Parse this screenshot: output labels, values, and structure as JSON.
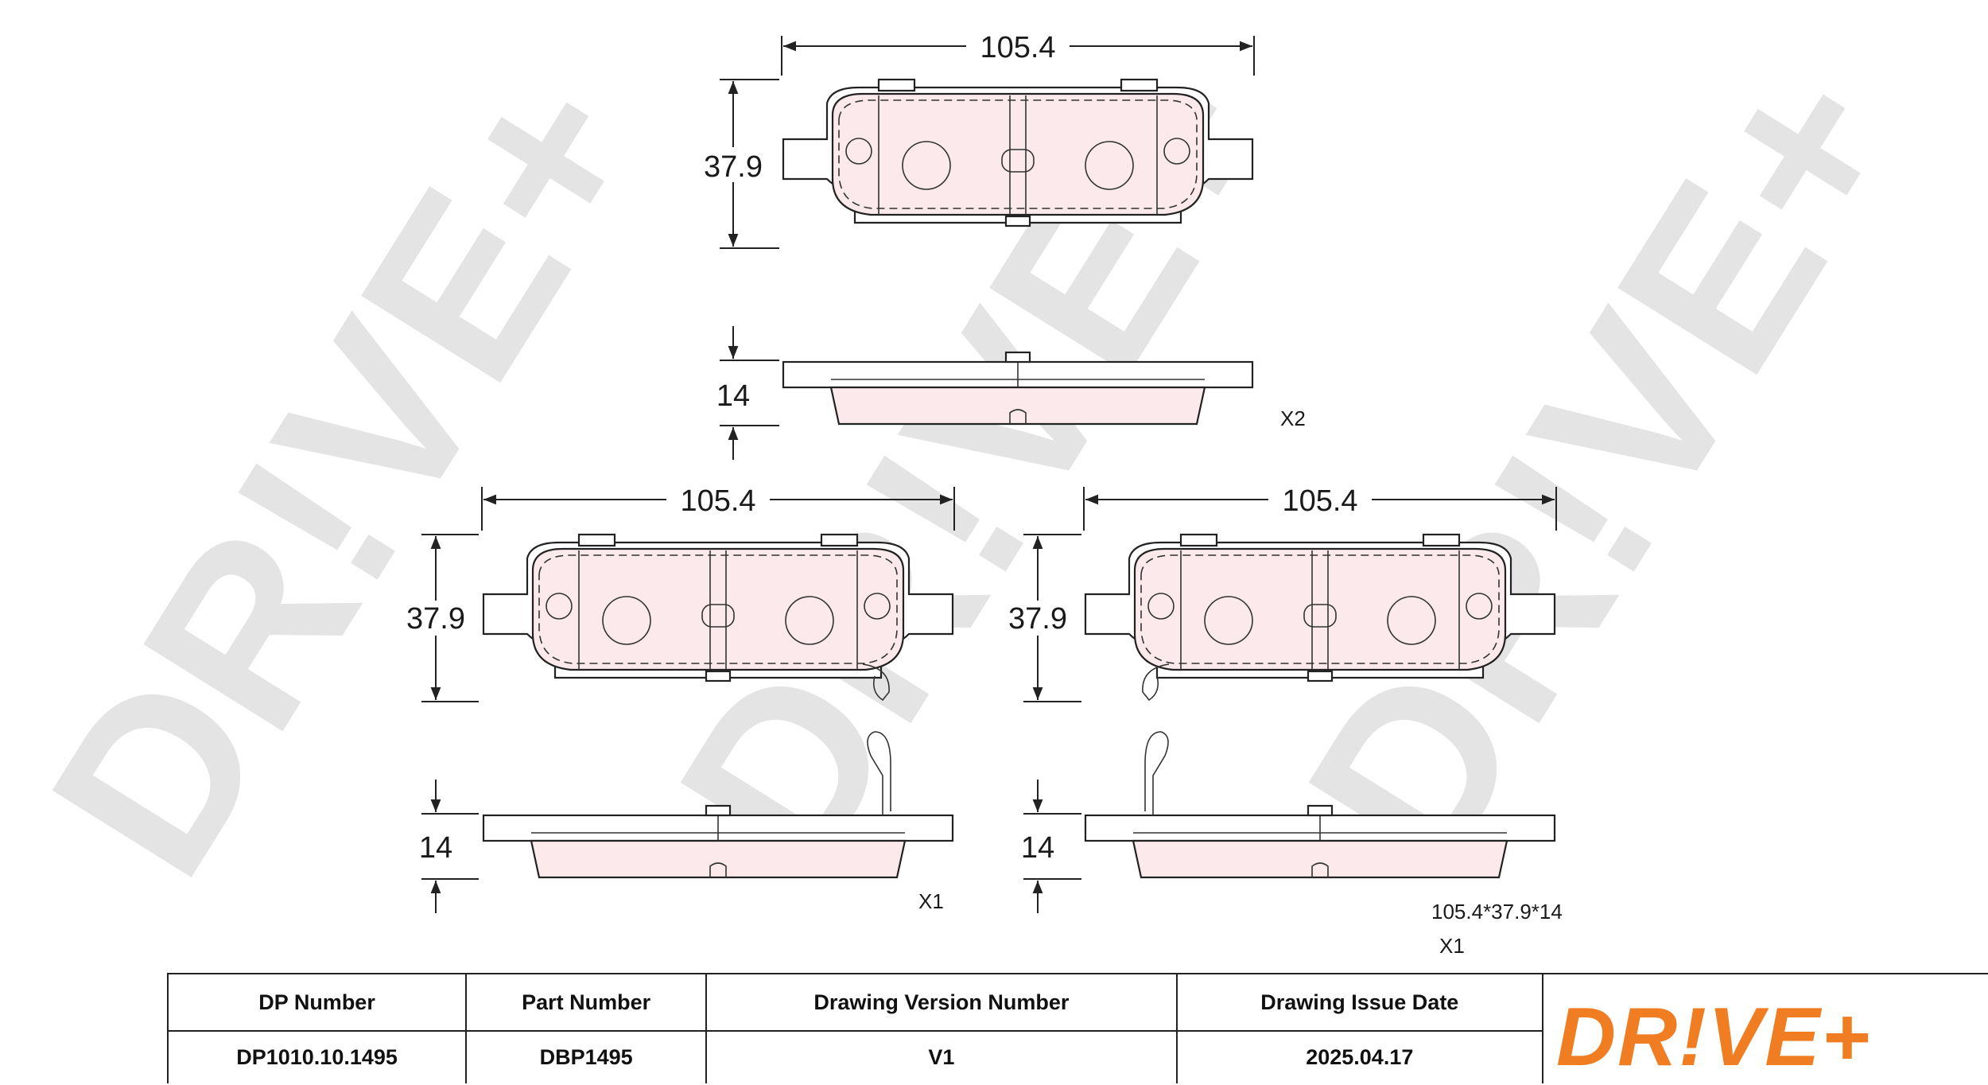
{
  "brand": {
    "name": "DR!VE+",
    "color": "#f07d22",
    "watermark_color": "#e4e4e4"
  },
  "views": {
    "top": {
      "width": "105.4",
      "height": "37.9",
      "thickness": "14",
      "qty": "X2"
    },
    "bottom_left": {
      "width": "105.4",
      "height": "37.9",
      "thickness": "14",
      "qty": "X1"
    },
    "bottom_right": {
      "width": "105.4",
      "height": "37.9",
      "thickness": "14",
      "size": "105.4*37.9*14",
      "qty": "X1"
    }
  },
  "title_block": {
    "headers": [
      "DP Number",
      "Part Number",
      "Drawing Version Number",
      "Drawing Issue Date"
    ],
    "values": [
      "DP1010.10.1495",
      "DBP1495",
      "V1",
      "2025.04.17"
    ]
  },
  "colors": {
    "friction_fill": "#fbe9ec",
    "line": "#222222"
  }
}
